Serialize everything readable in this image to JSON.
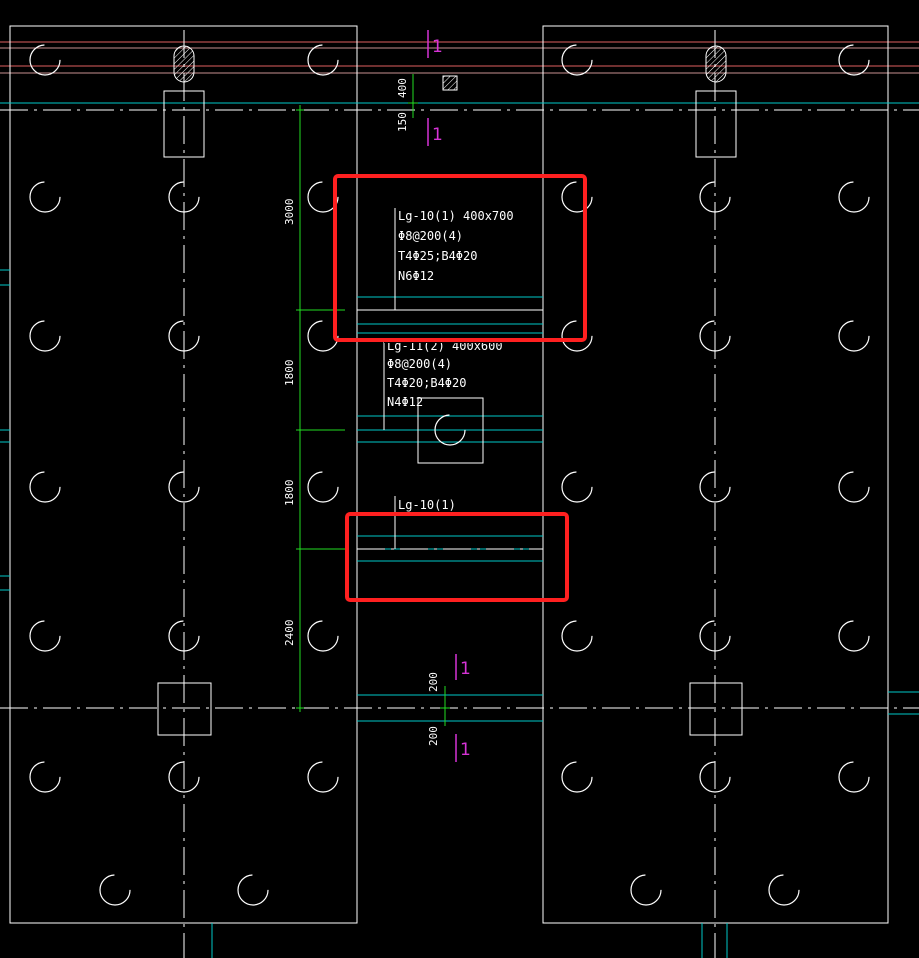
{
  "drawing": {
    "colors": {
      "background": "#000000",
      "outline": "#ffffff",
      "axis": "#ffffff",
      "rebar": "#00c8c8",
      "red_line": "#e06060",
      "dimension": "#22dd22",
      "section_mark": "#d633d6",
      "highlight": "#ff2020"
    },
    "beam_labels": {
      "lg10_full": {
        "name": "Lg-10(1) 400x700",
        "stirrup": "Φ8@200(4)",
        "main_bars": "T4Φ25;B4Φ20",
        "side_bars": "N6Φ12"
      },
      "lg11": {
        "name": "Lg-11(2) 400x600",
        "stirrup": "Φ8@200(4)",
        "main_bars": "T4Φ20;B4Φ20",
        "side_bars": "N4Φ12"
      },
      "lg10_short": {
        "name": "Lg-10(1)"
      }
    },
    "dimensions": {
      "left_chain": [
        "3000",
        "1800",
        "1800",
        "2400"
      ],
      "top_small": [
        "400",
        "150"
      ],
      "bottom_small": [
        "200",
        "200"
      ]
    },
    "section_marks": [
      "1",
      "1",
      "1",
      "1"
    ],
    "icons": [
      "column-hatch-icon",
      "pile-circle-icon",
      "highlight-box-icon"
    ]
  }
}
